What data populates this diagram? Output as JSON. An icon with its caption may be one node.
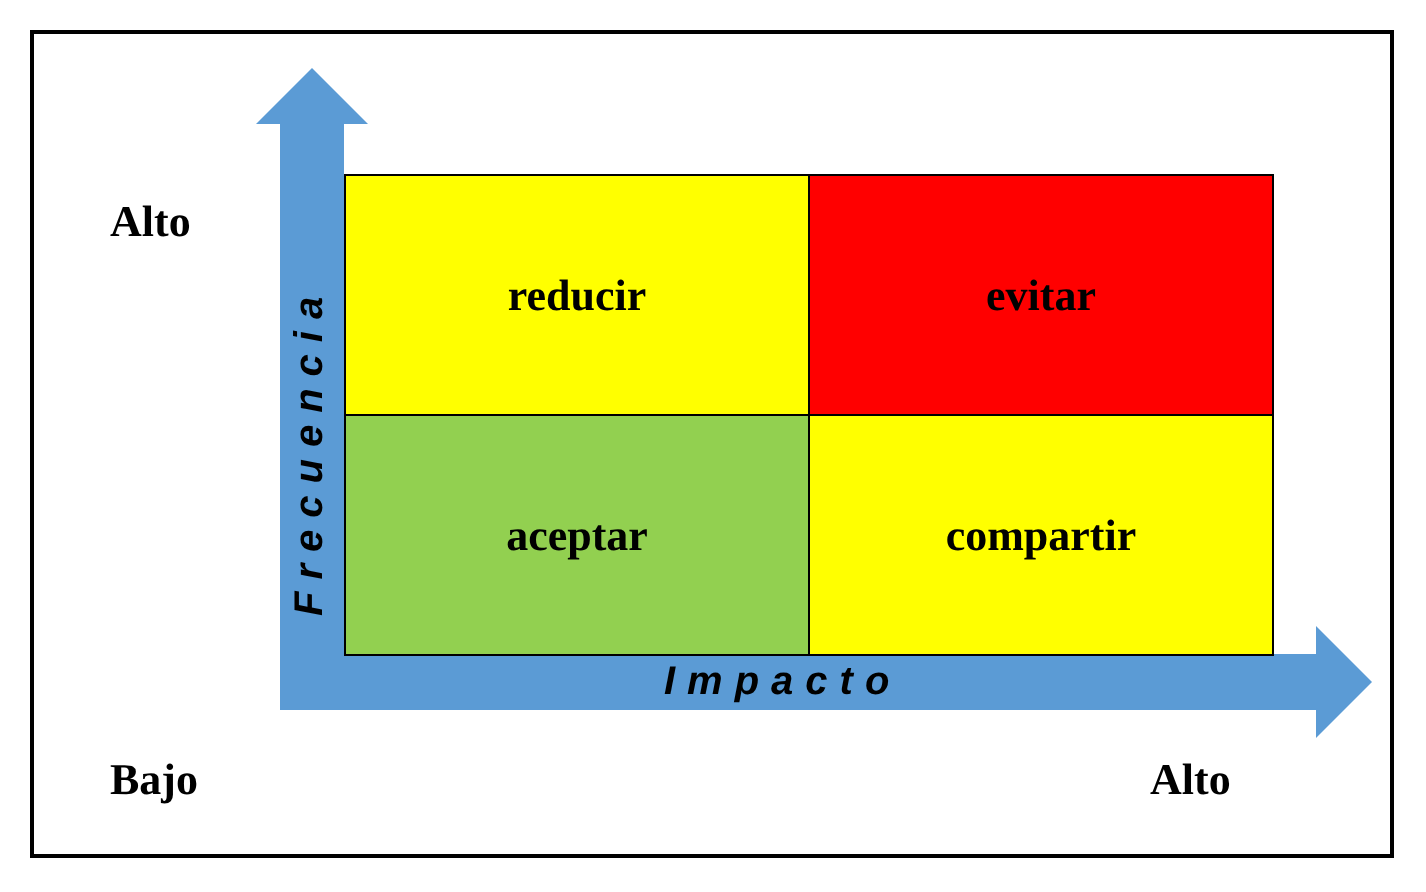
{
  "diagram": {
    "nodes": [
      {
        "text": [
          "reducir"
        ]
      },
      {
        "text": [
          "evitar"
        ]
      },
      {
        "text": [
          "aceptar"
        ]
      },
      {
        "text": [
          "compartir"
        ]
      }
    ],
    "edges": [],
    "labels": [
      "Alto",
      "Frecuencia",
      "Impacto",
      "Bajo",
      "Alto"
    ]
  }
}
